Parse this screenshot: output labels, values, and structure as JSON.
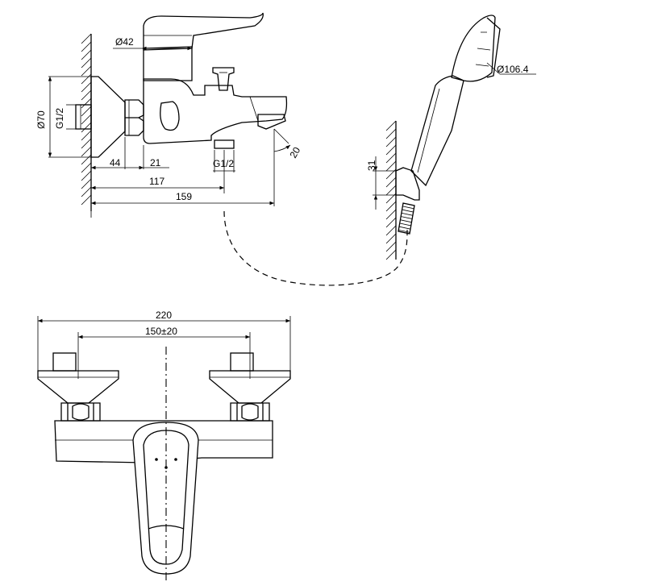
{
  "dimensions": {
    "handle_diameter": "Ø42",
    "flange_diameter": "Ø70",
    "inlet_thread": "G1/2",
    "depth_44": "44",
    "depth_21": "21",
    "outlet_thread": "G1/2",
    "spout_angle": "20",
    "length_117": "117",
    "length_159": "159",
    "shower_head_diameter": "Ø106.4",
    "holder_height": "31",
    "overall_width": "220",
    "center_distance": "150±20"
  }
}
